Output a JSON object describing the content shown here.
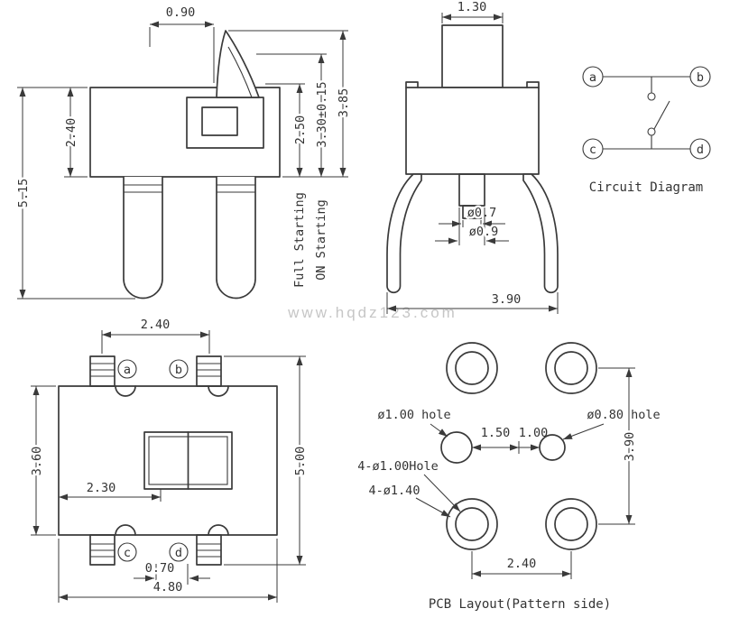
{
  "watermark": "www.hqdz123.com",
  "side_view": {
    "dim_lever_travel": "0.90",
    "dim_body_height": "2.40",
    "dim_total_height": "5.15",
    "dim_full_height": "2.50",
    "dim_on_height": "3.30±0.15",
    "dim_free_height": "3.85",
    "label_full_starting": "Full Starting",
    "label_on_starting": "ON Starting"
  },
  "front_view": {
    "dim_button_width": "1.30",
    "dim_stem_tip": "ø0.7",
    "dim_stem": "ø0.9",
    "dim_leg_span": "3.90"
  },
  "circuit_diagram": {
    "caption": "Circuit Diagram",
    "terminal_a": "a",
    "terminal_b": "b",
    "terminal_c": "c",
    "terminal_d": "d"
  },
  "top_view": {
    "dim_pin_pitch": "2.40",
    "dim_body_depth": "3.60",
    "dim_overall_depth": "5.00",
    "dim_slider_offset": "2.30",
    "dim_notch_width": "0.70",
    "dim_body_width": "4.80",
    "terminal_a": "a",
    "terminal_b": "b",
    "terminal_c": "c",
    "terminal_d": "d"
  },
  "pcb_layout": {
    "caption": "PCB Layout(Pattern side)",
    "label_hole_large": "ø1.00 hole",
    "dim_hole_gap_left": "1.50",
    "dim_hole_gap_right": "1.00",
    "label_hole_small": "ø0.80 hole",
    "label_pad_holes": "4-ø1.00Hole",
    "label_pads": "4-ø1.40",
    "dim_pad_pitch_v": "3.90",
    "dim_pad_pitch_h": "2.40"
  }
}
